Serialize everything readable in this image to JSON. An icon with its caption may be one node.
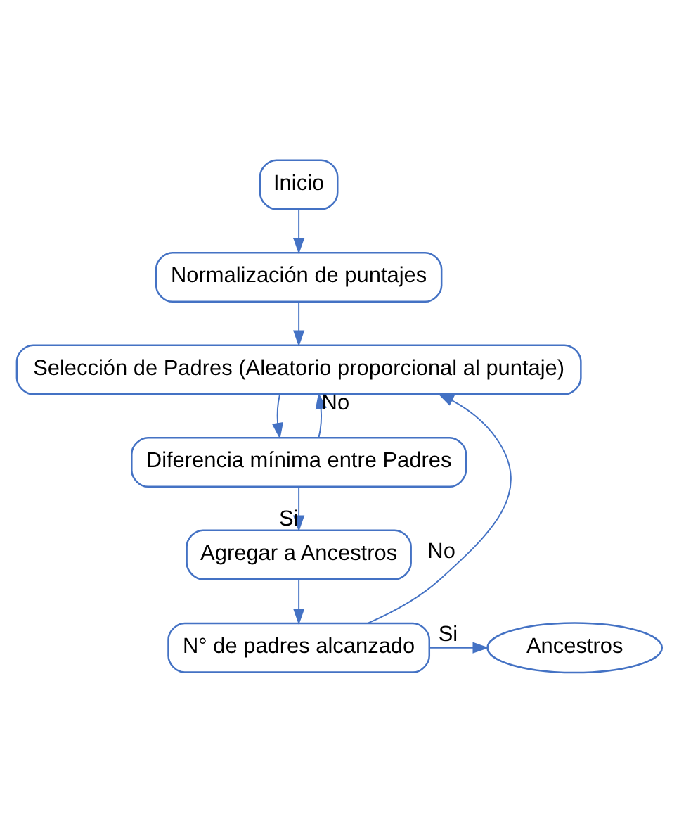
{
  "diagram": {
    "nodes": [
      {
        "text": [
          "Inicio"
        ]
      },
      {
        "text": [
          "Normalización de puntajes"
        ]
      },
      {
        "text": [
          "Selección de Padres (Aleatorio proporcional al puntaje)"
        ]
      },
      {
        "text": [
          "Diferencia mínima entre Padres"
        ]
      },
      {
        "text": [
          "Agregar a Ancestros"
        ]
      },
      {
        "text": [
          "N° de padres alcanzado"
        ]
      },
      {
        "text": [
          "Ancestros"
        ]
      }
    ],
    "edges": [
      {
        "from": 0,
        "to": 1,
        "arrow": "to"
      },
      {
        "from": 1,
        "to": 2,
        "arrow": "to"
      },
      {
        "from": 2,
        "to": 3,
        "arrow": "to"
      },
      {
        "from": 3,
        "to": 2,
        "arrow": "to",
        "label": "No"
      },
      {
        "from": 3,
        "to": 4,
        "arrow": "to",
        "label": "Si"
      },
      {
        "from": 4,
        "to": 5,
        "arrow": "to"
      },
      {
        "from": 5,
        "to": 2,
        "arrow": "to",
        "label": "No"
      },
      {
        "from": 5,
        "to": 6,
        "arrow": "to",
        "label": "Si"
      }
    ]
  }
}
